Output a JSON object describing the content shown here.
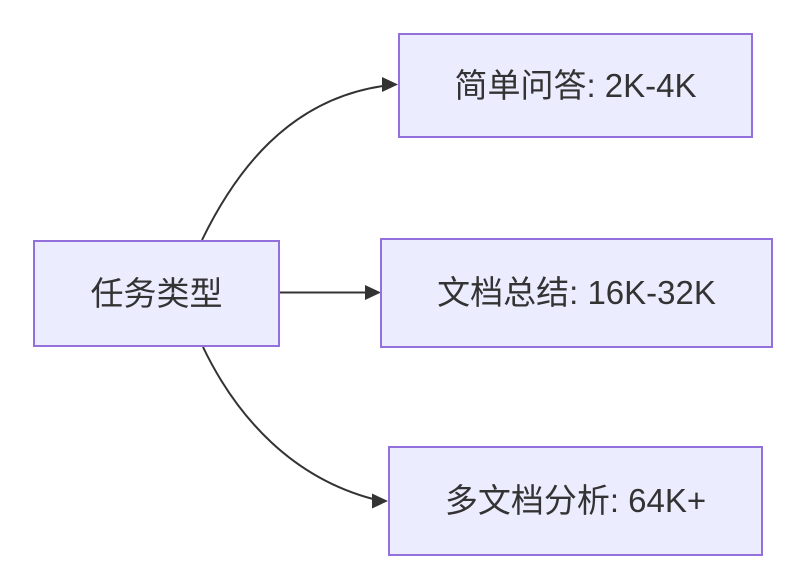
{
  "diagram": {
    "type": "flowchart-left-to-right",
    "root": {
      "label": "任务类型"
    },
    "branches": [
      {
        "label": "简单问答: 2K-4K"
      },
      {
        "label": "文档总结: 16K-32K"
      },
      {
        "label": "多文档分析: 64K+"
      }
    ],
    "edges": [
      {
        "from": "任务类型",
        "to": "简单问答: 2K-4K"
      },
      {
        "from": "任务类型",
        "to": "文档总结: 16K-32K"
      },
      {
        "from": "任务类型",
        "to": "多文档分析: 64K+"
      }
    ]
  },
  "colors": {
    "node_fill": "#ECECFF",
    "node_border": "#9370DB",
    "edge": "#333333",
    "text": "#333333",
    "background": "#FFFFFF"
  }
}
